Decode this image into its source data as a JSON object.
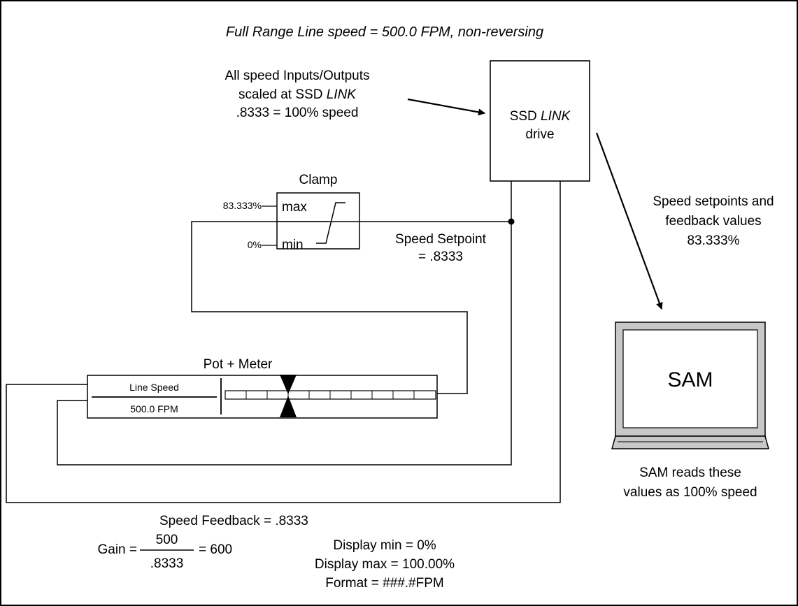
{
  "title": "Full Range Line speed = 500.0 FPM, non-reversing",
  "scaling_note": {
    "line1": "All speed Inputs/Outputs",
    "line2_prefix": "scaled at SSD",
    "line2_italic": "LINK",
    "line3": ".8333 = 100% speed"
  },
  "drive": {
    "line1_prefix": "SSD",
    "line1_italic": "LINK",
    "line2": "drive"
  },
  "clamp": {
    "title": "Clamp",
    "max_label": "max",
    "min_label": "min",
    "max_value": "83.333%",
    "min_value": "0%"
  },
  "speed_setpoint": {
    "line1": "Speed Setpoint",
    "line2": "= .8333"
  },
  "sam_note": {
    "line1": "Speed setpoints and",
    "line2": "feedback values",
    "line3": "83.333%"
  },
  "laptop": {
    "screen_label": "SAM"
  },
  "sam_reads": {
    "line1": "SAM reads these",
    "line2": "values as 100% speed"
  },
  "pot_meter": {
    "title": "Pot + Meter",
    "name_label": "Line Speed",
    "value_label": "500.0 FPM"
  },
  "speed_feedback": "Speed Feedback = .8333",
  "gain": {
    "prefix": "Gain =",
    "numerator": "500",
    "denominator": ".8333",
    "result": "= 600"
  },
  "display": {
    "line1": "Display min = 0%",
    "line2": "Display max = 100.00%",
    "line3": "Format = ###.#FPM"
  }
}
